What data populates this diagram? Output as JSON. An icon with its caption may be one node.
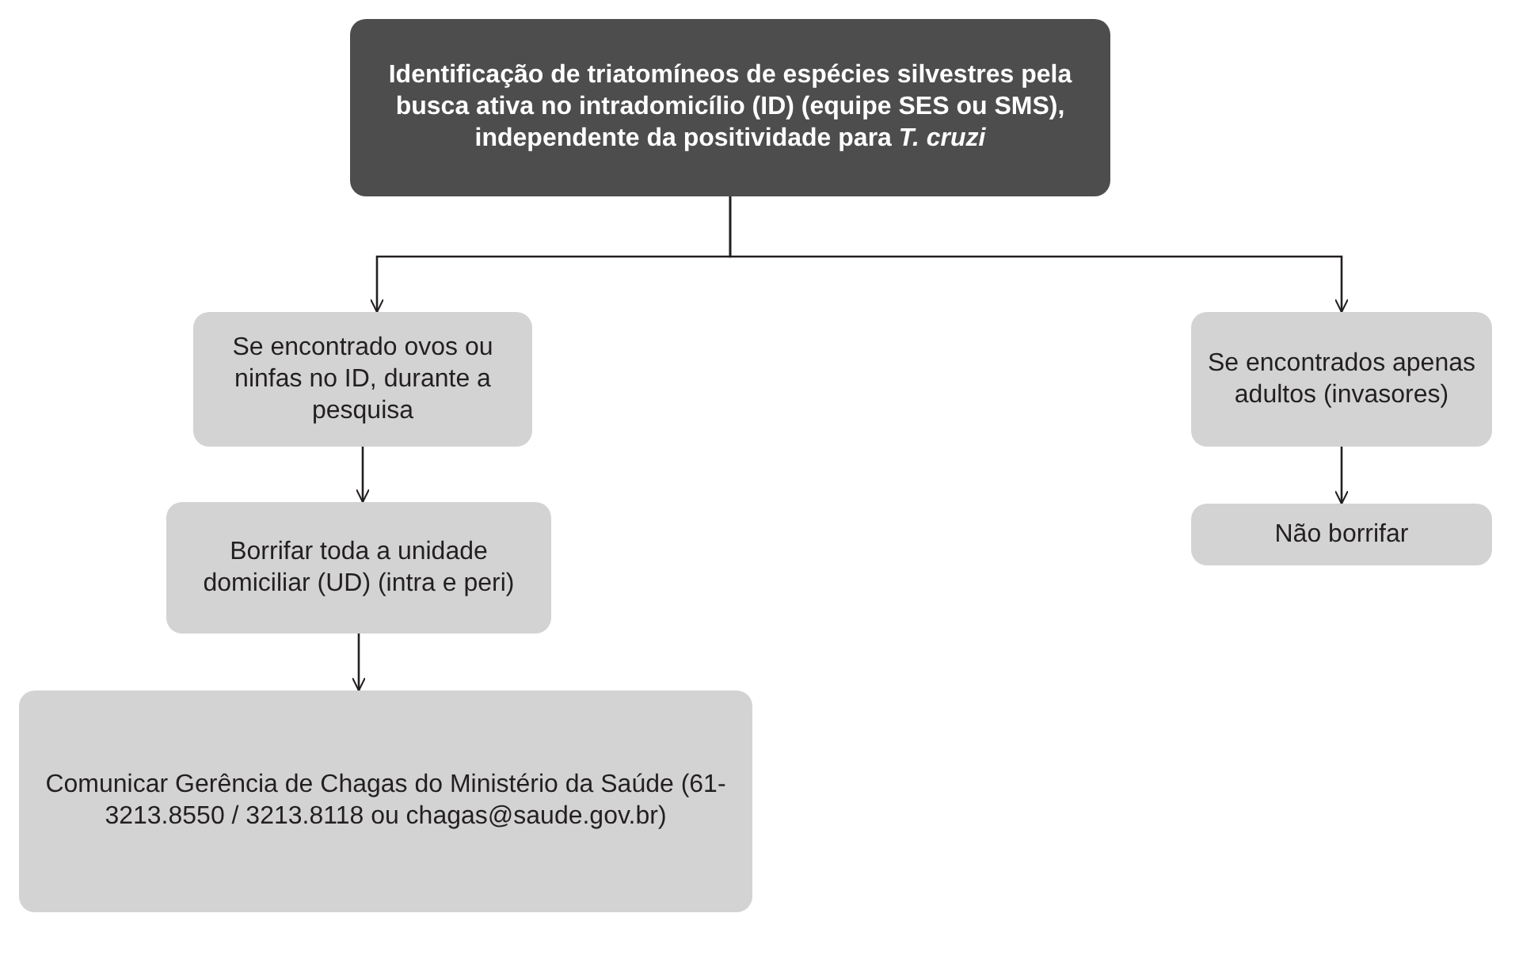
{
  "diagram": {
    "nodes": [
      {
        "text": [
          "Identificação de triatomíneos de espécies silvestres pela busca ativa no intradomicílio (ID) (equipe SES ou SMS), independente da positividade para *T. cruzi*"
        ]
      },
      {
        "text": [
          "Se encontrado ovos ou ninfas no ID, durante a pesquisa"
        ]
      },
      {
        "text": [
          "Borrifar toda a unidade domiciliar (UD) (intra e peri)"
        ]
      },
      {
        "text": [
          "Comunicar Gerência de Chagas do Ministério da Saúde (61-3213.8550 / 3213.8118 ou chagas@saude.gov.br)"
        ]
      },
      {
        "text": [
          "Se encontrados apenas adultos (invasores)"
        ]
      },
      {
        "text": [
          "Não borrifar"
        ]
      }
    ],
    "edges": [
      {
        "from": 0,
        "to": 1,
        "arrow": "to"
      },
      {
        "from": 0,
        "to": 4,
        "arrow": "to"
      },
      {
        "from": 1,
        "to": 2,
        "arrow": "to"
      },
      {
        "from": 2,
        "to": 3,
        "arrow": "to"
      },
      {
        "from": 4,
        "to": 5,
        "arrow": "to"
      }
    ]
  }
}
